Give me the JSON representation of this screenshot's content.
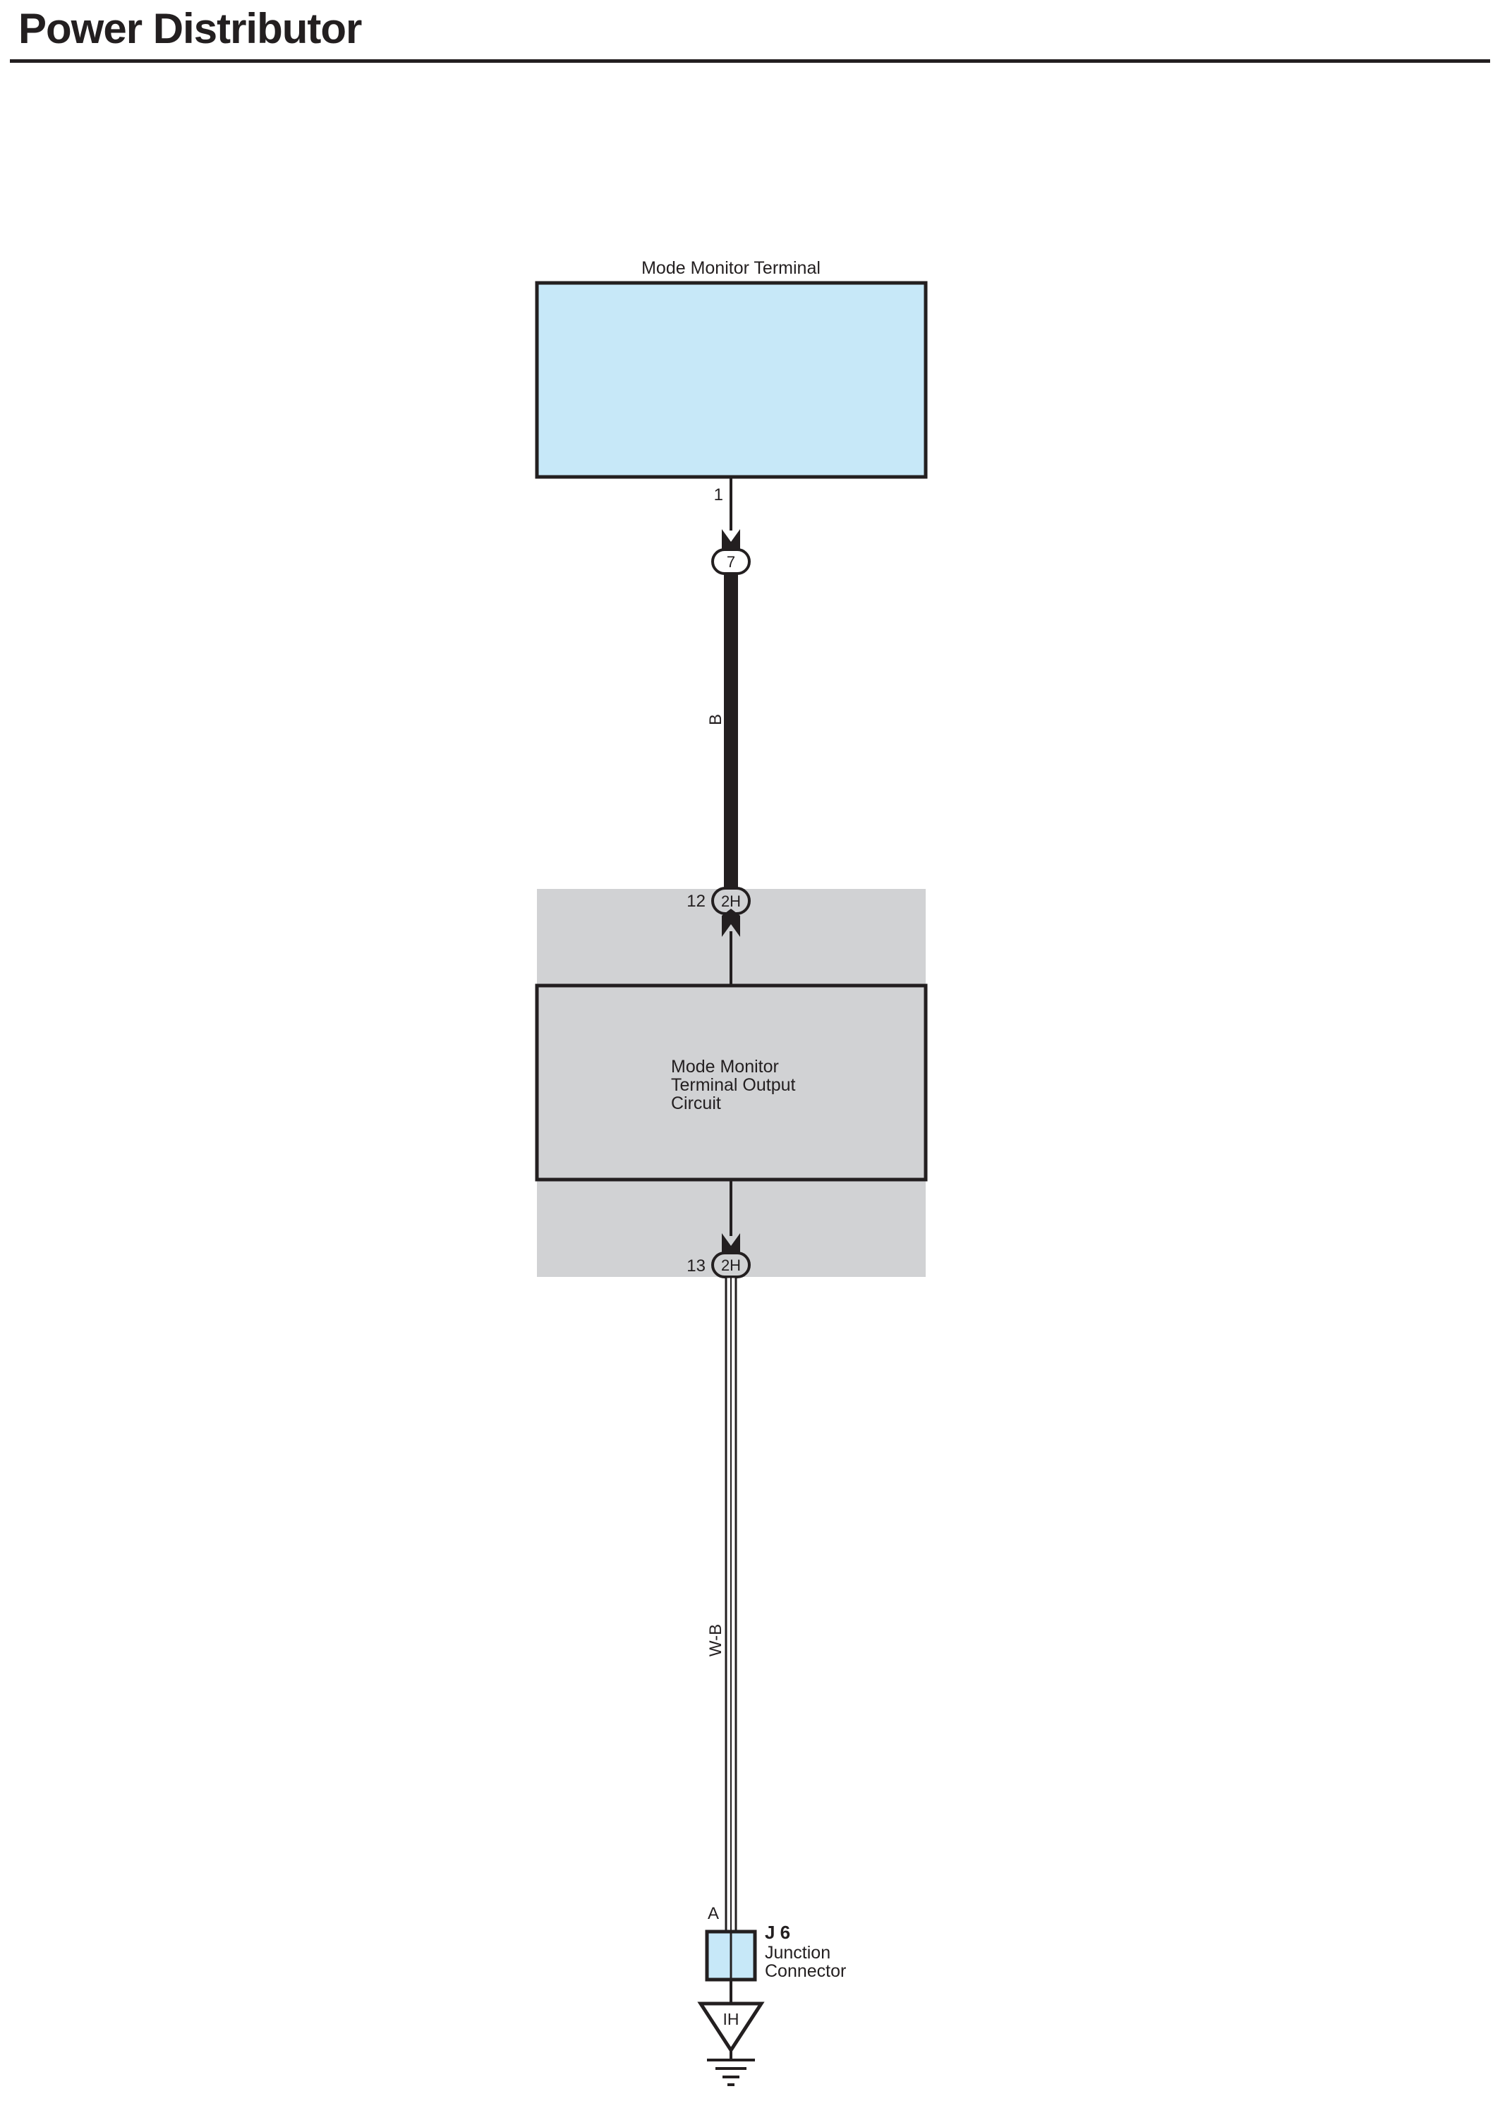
{
  "page": {
    "title": "Power Distributor"
  },
  "components": {
    "mode_monitor_terminal": {
      "label": "Mode Monitor Terminal",
      "fill": "#c7e8f8",
      "pin": "1"
    },
    "power_distributor": {
      "fill": "#d1d2d4",
      "circuit": {
        "lines": [
          "Mode Monitor",
          "Terminal Output",
          "Circuit"
        ]
      },
      "upper_connector": {
        "pin": "12",
        "code": "2H"
      },
      "lower_connector": {
        "pin": "13",
        "code": "2H"
      }
    },
    "junction_connector": {
      "code": "J 6",
      "lines": [
        "Junction",
        "Connector"
      ],
      "pin": "A",
      "fill": "#c7e8f8"
    },
    "ground": {
      "code": "IH"
    }
  },
  "connectors": {
    "inline": {
      "code": "7"
    }
  },
  "wires": [
    {
      "color_code": "B",
      "style": "thick-black"
    },
    {
      "color_code": "W-B",
      "style": "white-with-black-stripe"
    }
  ]
}
